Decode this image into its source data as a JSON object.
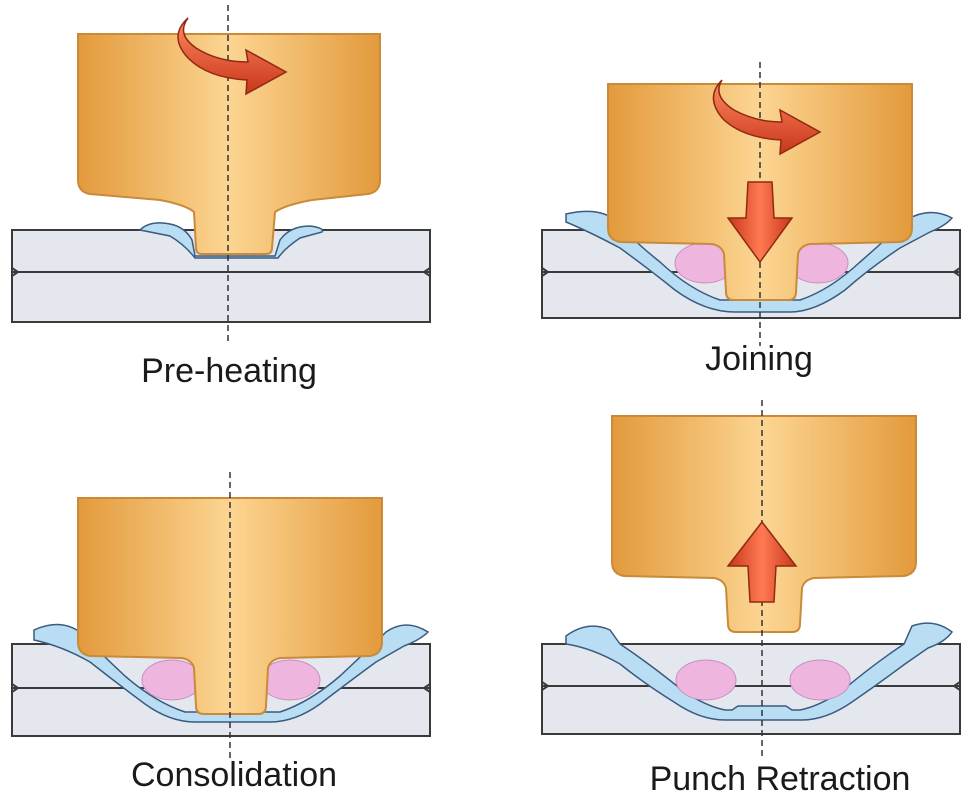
{
  "panels": [
    {
      "id": "pre-heating",
      "label": "Pre-heating"
    },
    {
      "id": "joining",
      "label": "Joining"
    },
    {
      "id": "consolidation",
      "label": "Consolidation"
    },
    {
      "id": "punch-retraction",
      "label": "Punch Retraction"
    }
  ],
  "colors": {
    "tool_light": "#fbd38a",
    "tool_mid": "#f4b45c",
    "tool_dark": "#e39a3c",
    "tool_outline": "#c98a3a",
    "sheet_fill": "#e4e8ee",
    "sheet_outline": "#3a3a3a",
    "softened_material": "#b9def3",
    "stir_zone": "#eeb6de",
    "arrow_light": "#ff7a52",
    "arrow_dark": "#c9361a",
    "axis_line": "#333333"
  },
  "icons": [
    "rotation-arrow-icon",
    "down-arrow-icon",
    "up-arrow-icon"
  ]
}
